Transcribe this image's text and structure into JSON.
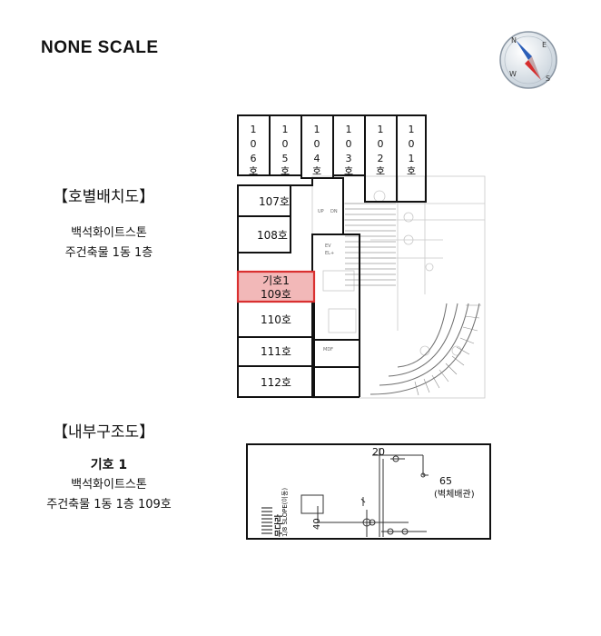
{
  "header": {
    "scale_label": "NONE SCALE"
  },
  "compass": {
    "icon": "compass-rose-icon",
    "letters": {
      "n": "N",
      "e": "E",
      "s": "S",
      "w": "W"
    }
  },
  "layout_section": {
    "title": "【호별배치도】",
    "building_name": "백석화이트스톤",
    "floor_label": "주건축물 1동 1층"
  },
  "structure_section": {
    "title": "【내부구조도】",
    "symbol_label": "기호 1",
    "building_name": "백석화이트스톤",
    "unit_label": "주건축물 1동 1층 109호"
  },
  "floor_plan": {
    "top_units": [
      [
        "1",
        "0",
        "6",
        "호"
      ],
      [
        "1",
        "0",
        "5",
        "호"
      ],
      [
        "1",
        "0",
        "4",
        "호"
      ],
      [
        "1",
        "0",
        "3",
        "호"
      ],
      [
        "1",
        "0",
        "2",
        "호"
      ],
      [
        "1",
        "0",
        "1",
        "호"
      ]
    ],
    "side_units": [
      "107호",
      "108호",
      "110호",
      "111호",
      "112호"
    ],
    "highlight": {
      "line1": "기호1",
      "line2": "109호",
      "color": "#d93030"
    },
    "small_text": [
      "EV",
      "EL+",
      "MDF",
      "UP",
      "DN"
    ]
  },
  "detail_drawing": {
    "label_20": "20",
    "label_65": "65",
    "label_wall": "(벽체배관)",
    "label_40": "40",
    "slope_text": "1/8 SLOPE(이동)",
    "vertical_text": "무다라"
  }
}
